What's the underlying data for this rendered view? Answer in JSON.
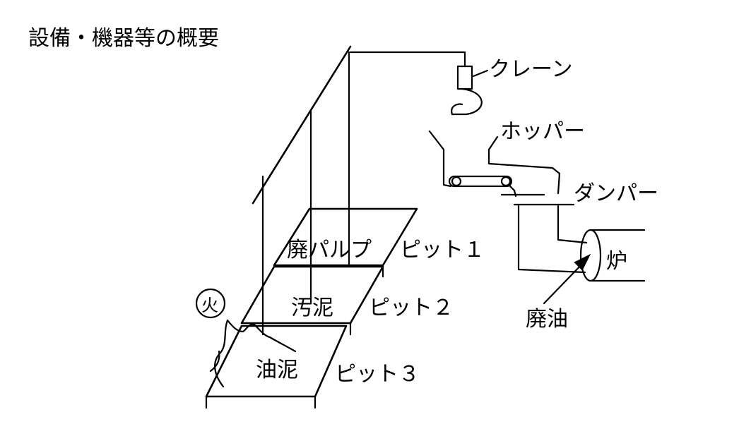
{
  "title": "設備・機器等の概要",
  "labels": {
    "crane": "クレーン",
    "hopper": "ホッパー",
    "damper": "ダンパー",
    "furnace": "炉",
    "waste_oil": "廃油",
    "fire": "火",
    "pit1_material": "廃パルプ",
    "pit1_label": "ピット１",
    "pit2_material": "汚泥",
    "pit2_label": "ピット２",
    "pit3_material": "油泥",
    "pit3_label": "ピット３"
  }
}
